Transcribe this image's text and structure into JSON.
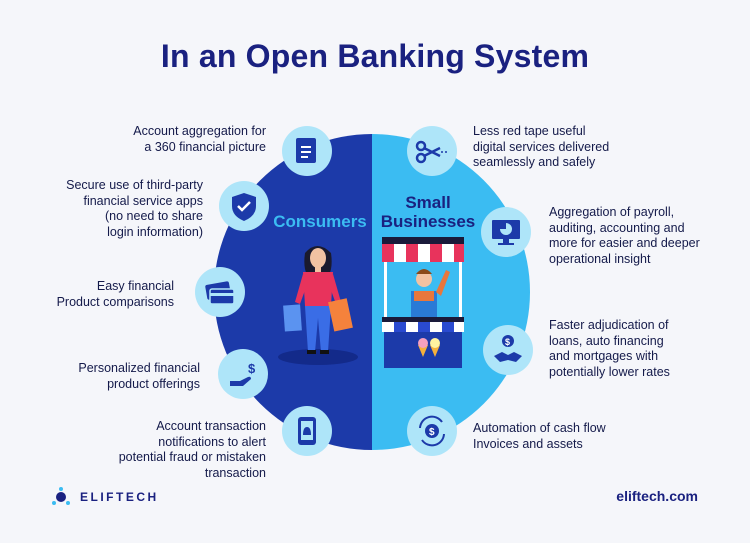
{
  "title": "In an Open Banking System",
  "consumers": {
    "label": "Consumers",
    "items": [
      {
        "icon": "document-icon",
        "lines": [
          "Account aggregation for",
          "a 360 financial picture"
        ]
      },
      {
        "icon": "shield-check-icon",
        "lines": [
          "Secure use of third-party",
          "financial service apps",
          "(no need to share",
          "login information)"
        ]
      },
      {
        "icon": "cards-icon",
        "lines": [
          "Easy financial",
          "Product comparisons"
        ]
      },
      {
        "icon": "hand-dollar-icon",
        "lines": [
          "Personalized financial",
          "product offerings"
        ]
      },
      {
        "icon": "phone-bell-icon",
        "lines": [
          "Account transaction",
          "notifications to alert",
          "potential fraud or mistaken",
          "transaction"
        ]
      }
    ]
  },
  "businesses": {
    "label": [
      "Small",
      "Businesses"
    ],
    "items": [
      {
        "icon": "scissors-icon",
        "lines": [
          "Less red tape useful",
          "digital services delivered",
          "seamlessly and safely"
        ]
      },
      {
        "icon": "monitor-chart-icon",
        "lines": [
          "Aggregation of payroll,",
          "auditing, accounting and",
          "more for easier and deeper",
          "operational insight"
        ]
      },
      {
        "icon": "handshake-dollar-icon",
        "lines": [
          "Faster adjudication of",
          "loans, auto financing",
          "and mortgages with",
          "potentially lower rates"
        ]
      },
      {
        "icon": "cycle-dollar-icon",
        "lines": [
          "Automation of cash flow",
          "Invoices and assets"
        ]
      }
    ]
  },
  "brand": {
    "name": "ELIFTECH",
    "url": "eliftech.com"
  },
  "colors": {
    "title": "#1a2180",
    "consumers_half": "#1c3aa9",
    "business_half": "#3bbcf2",
    "icon_bg": "#aee5f9",
    "accent": "#1c3aa9"
  }
}
